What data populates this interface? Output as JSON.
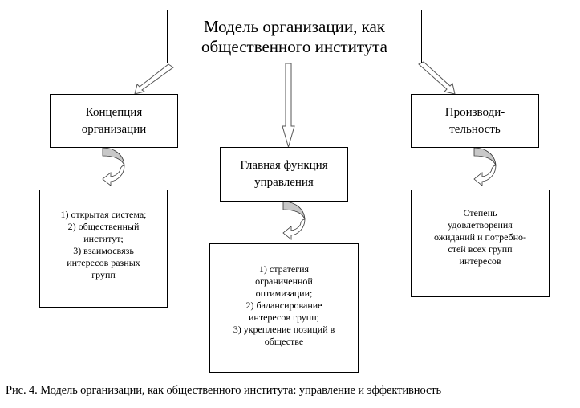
{
  "diagram": {
    "title": {
      "lines": [
        "Модель организации, как",
        "общественного института"
      ]
    },
    "branches": [
      {
        "id": "concept",
        "heading_lines": [
          "Концепция",
          "организации"
        ],
        "detail_lines": [
          "1) открытая система;",
          "2) общественный",
          "институт;",
          "3) взаимосвязь",
          "интересов разных",
          "групп"
        ]
      },
      {
        "id": "function",
        "heading_lines": [
          "Главная функция",
          "управления"
        ],
        "detail_lines": [
          "1) стратегия",
          "ограниченной",
          "оптимизации;",
          "2) балансирование",
          "интересов групп;",
          "3) укрепление позиций в",
          "обществе"
        ]
      },
      {
        "id": "productivity",
        "heading_lines": [
          "Производи-",
          "тельность"
        ],
        "detail_lines": [
          "Степень",
          "удовлетворения",
          "ожиданий и потребно-",
          "стей всех групп",
          "интересов"
        ]
      }
    ],
    "connectors": [
      {
        "from": "title",
        "to": "concept",
        "type": "hollow-block-arrow"
      },
      {
        "from": "title",
        "to": "function",
        "type": "hollow-block-arrow"
      },
      {
        "from": "title",
        "to": "productivity",
        "type": "hollow-block-arrow"
      },
      {
        "from": "concept",
        "to": "concept-detail",
        "type": "curved-arrow"
      },
      {
        "from": "function",
        "to": "function-detail",
        "type": "curved-arrow"
      },
      {
        "from": "productivity",
        "to": "productivity-detail",
        "type": "curved-arrow"
      }
    ],
    "colors": {
      "curved_arrow_fill": "#c8c8c8",
      "stroke": "#000000"
    }
  },
  "caption": "Рис. 4. Модель организации, как общественного института: управление и эффективность"
}
